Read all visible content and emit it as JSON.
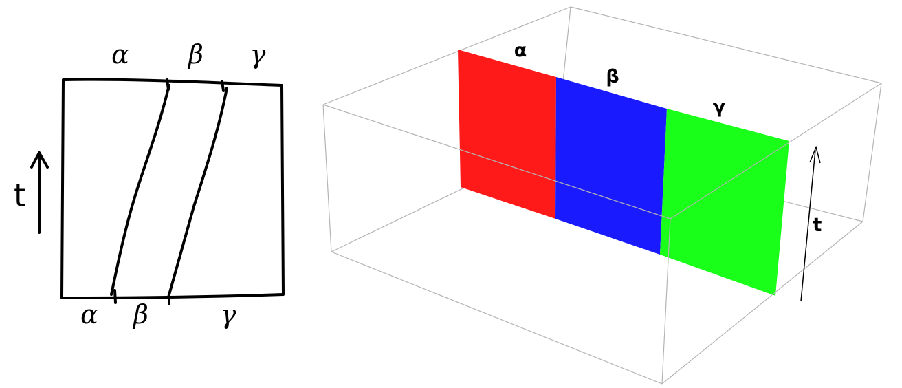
{
  "sketch": {
    "top_labels": [
      "α",
      "β",
      "γ"
    ],
    "bottom_labels": [
      "α",
      "β",
      "γ"
    ],
    "time_label": "t"
  },
  "box3d": {
    "panel_labels": [
      "α",
      "β",
      "γ"
    ],
    "panel_colors": [
      "#ff1a1a",
      "#1a1aff",
      "#1aff1a"
    ],
    "time_label": "t",
    "frame_color": "#b4b4b4"
  }
}
